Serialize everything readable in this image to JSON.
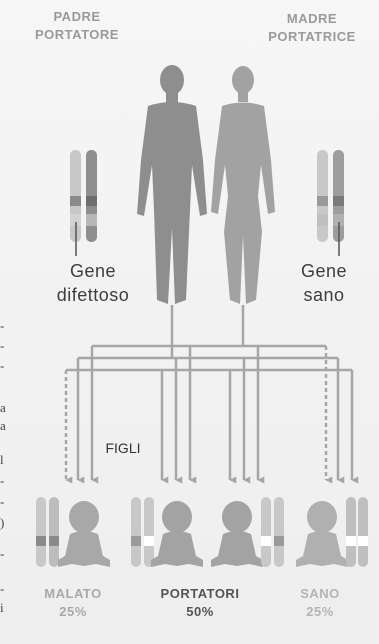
{
  "parents": {
    "father_label": [
      "PADRE",
      "PORTATORE"
    ],
    "mother_label": [
      "MADRE",
      "PORTATRICE"
    ]
  },
  "genes": {
    "defective_label": [
      "Gene",
      "difettoso"
    ],
    "healthy_label": [
      "Gene",
      "sano"
    ]
  },
  "children_label": "FIGLI",
  "results": {
    "affected": {
      "label": "MALATO",
      "pct": "25%"
    },
    "carriers": {
      "label": "PORTATORI",
      "pct": "50%"
    },
    "healthy": {
      "label": "SANO",
      "pct": "25%"
    }
  },
  "margin_text": [
    "-",
    "-",
    "-",
    "a",
    "a",
    "l",
    "-",
    "-",
    ")",
    "-",
    "-",
    "i"
  ],
  "colors": {
    "background": "#f3f3f3",
    "figure": "#8e8e8e",
    "chromosome_light": "#c8c8c8",
    "chromosome_dark": "#8a8a8a",
    "arrow": "#a6a6a6",
    "label_faded": "#9a9a9a",
    "label_dark": "#555555"
  }
}
